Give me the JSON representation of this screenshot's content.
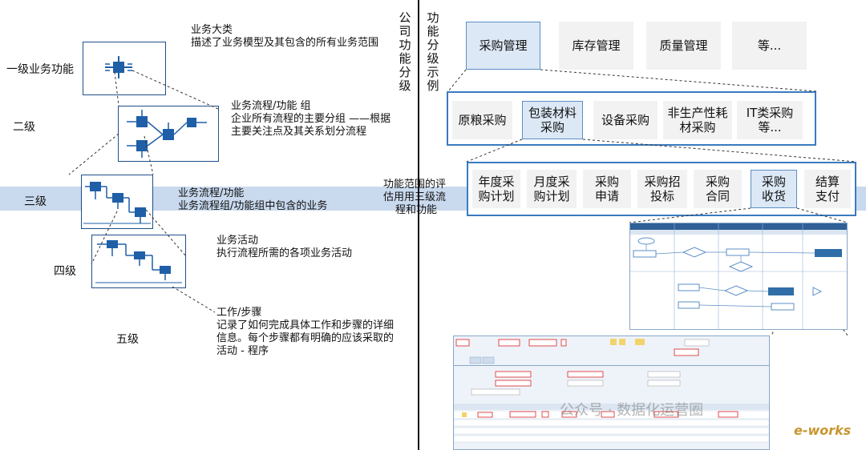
{
  "left": {
    "level1": {
      "label": "一级业务功能",
      "title": "业务大类",
      "desc": "描述了业务模型及其包含的所有业务范围"
    },
    "level2": {
      "label": "二级",
      "title": "业务流程/功能 组",
      "line1": "企业所有流程的主要分组 ——根据",
      "line2": "主要关注点及其关系划分流程"
    },
    "level3": {
      "label": "三级",
      "title": "业务流程/功能",
      "desc": "业务流程组/功能组中包含的业务"
    },
    "level4": {
      "label": "四级",
      "title": "业务活动",
      "desc": "执行流程所需的各项业务活动"
    },
    "level5": {
      "label": "五级",
      "title": "工作/步骤",
      "line1": "记录了如何完成具体工作和步骤的详细",
      "line2": "信息。每个步骤都有明确的应该采取的",
      "line3": "活动 - 程序"
    }
  },
  "vertical_left": "公司功能分级",
  "vertical_right": "功能分级示例",
  "eval_note": {
    "line1": "功能范围的评",
    "line2": "估用用三级流",
    "line3": "程和功能"
  },
  "row1": [
    "采购管理",
    "库存管理",
    "质量管理",
    "等..."
  ],
  "row2": [
    {
      "l1": "原粮采购",
      "l2": ""
    },
    {
      "l1": "包装材料",
      "l2": "采购"
    },
    {
      "l1": "设备采购",
      "l2": ""
    },
    {
      "l1": "非生产性耗",
      "l2": "材采购"
    },
    {
      "l1": "IT类采购",
      "l2": "等..."
    }
  ],
  "row3": [
    {
      "l1": "年度采",
      "l2": "购计划"
    },
    {
      "l1": "月度采",
      "l2": "购计划"
    },
    {
      "l1": "采购",
      "l2": "申请"
    },
    {
      "l1": "采购招",
      "l2": "投标"
    },
    {
      "l1": "采购",
      "l2": "合同"
    },
    {
      "l1": "采购",
      "l2": "收货"
    },
    {
      "l1": "结算",
      "l2": "支付"
    }
  ],
  "watermark": "公众号 · 数据化运营圈",
  "logo": "e-works",
  "colors": {
    "accent": "#2f6ea8",
    "band": "#c9d9ee",
    "highlight": "#dce8f5"
  }
}
